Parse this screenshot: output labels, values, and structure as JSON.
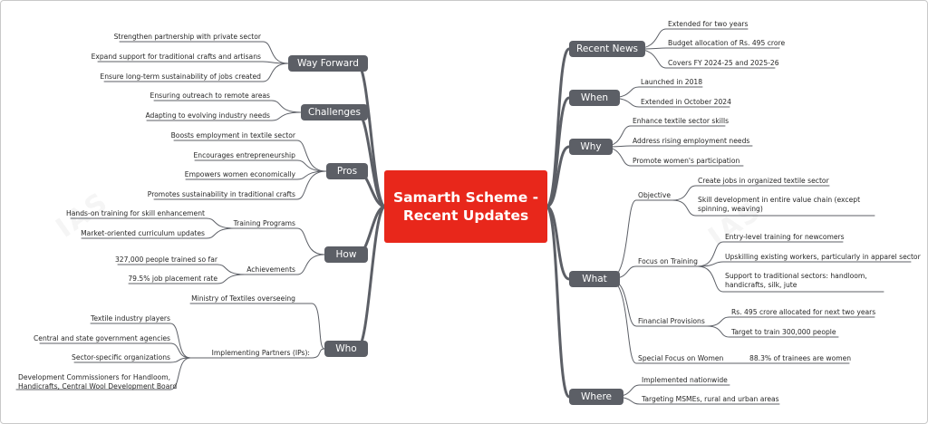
{
  "center": {
    "title": "Samarth Scheme - Recent Updates"
  },
  "colors": {
    "center": "#e8271b",
    "branch": "#5c5f66",
    "line": "#5c5f66"
  },
  "branches": {
    "recent_news": {
      "label": "Recent News",
      "items": [
        "Extended for two years",
        "Budget allocation of Rs. 495 crore",
        "Covers FY 2024-25 and 2025-26"
      ]
    },
    "when": {
      "label": "When",
      "items": [
        "Launched in 2018",
        "Extended in October 2024"
      ]
    },
    "why": {
      "label": "Why",
      "items": [
        "Enhance textile sector skills",
        "Address rising employment needs",
        "Promote women's participation"
      ]
    },
    "what": {
      "label": "What",
      "objective": {
        "label": "Objective",
        "items": [
          "Create jobs in organized textile sector",
          "Skill development in entire value chain (except spinning, weaving)"
        ]
      },
      "focus_training": {
        "label": "Focus on Training",
        "items": [
          "Entry-level training for newcomers",
          "Upskilling existing workers, particularly in apparel sector",
          "Support to traditional sectors: handloom, handicrafts, silk, jute"
        ]
      },
      "financial": {
        "label": "Financial Provisions",
        "items": [
          "Rs. 495 crore allocated for next two years",
          "Target to train 300,000 people"
        ]
      },
      "special_focus": {
        "label": "Special Focus on Women",
        "items": [
          "88.3% of trainees are women"
        ]
      }
    },
    "where": {
      "label": "Where",
      "items": [
        "Implemented nationwide",
        "Targeting MSMEs, rural and urban areas"
      ]
    },
    "way_forward": {
      "label": "Way Forward",
      "items": [
        "Strengthen partnership with private sector",
        "Expand support for traditional crafts and artisans",
        "Ensure long-term sustainability of jobs created"
      ]
    },
    "challenges": {
      "label": "Challenges",
      "items": [
        "Ensuring outreach to remote areas",
        "Adapting to evolving industry needs"
      ]
    },
    "pros": {
      "label": "Pros",
      "items": [
        "Boosts employment in textile sector",
        "Encourages entrepreneurship",
        "Empowers women economically",
        "Promotes sustainability in traditional crafts"
      ]
    },
    "how": {
      "label": "How",
      "training_programs": {
        "label": "Training Programs",
        "items": [
          "Hands-on training for skill enhancement",
          "Market-oriented curriculum updates"
        ]
      },
      "achievements": {
        "label": "Achievements",
        "items": [
          "327,000 people trained so far",
          "79.5% job placement rate"
        ]
      }
    },
    "who": {
      "label": "Who",
      "ministry": "Ministry of Textiles overseeing",
      "partners": {
        "label": "Implementing Partners (IPs):",
        "items": [
          "Textile industry players",
          "Central and state government agencies",
          "Sector-specific organizations",
          "Development Commissioners for Handloom, Handicrafts, Central Wool Development Board"
        ]
      }
    }
  }
}
